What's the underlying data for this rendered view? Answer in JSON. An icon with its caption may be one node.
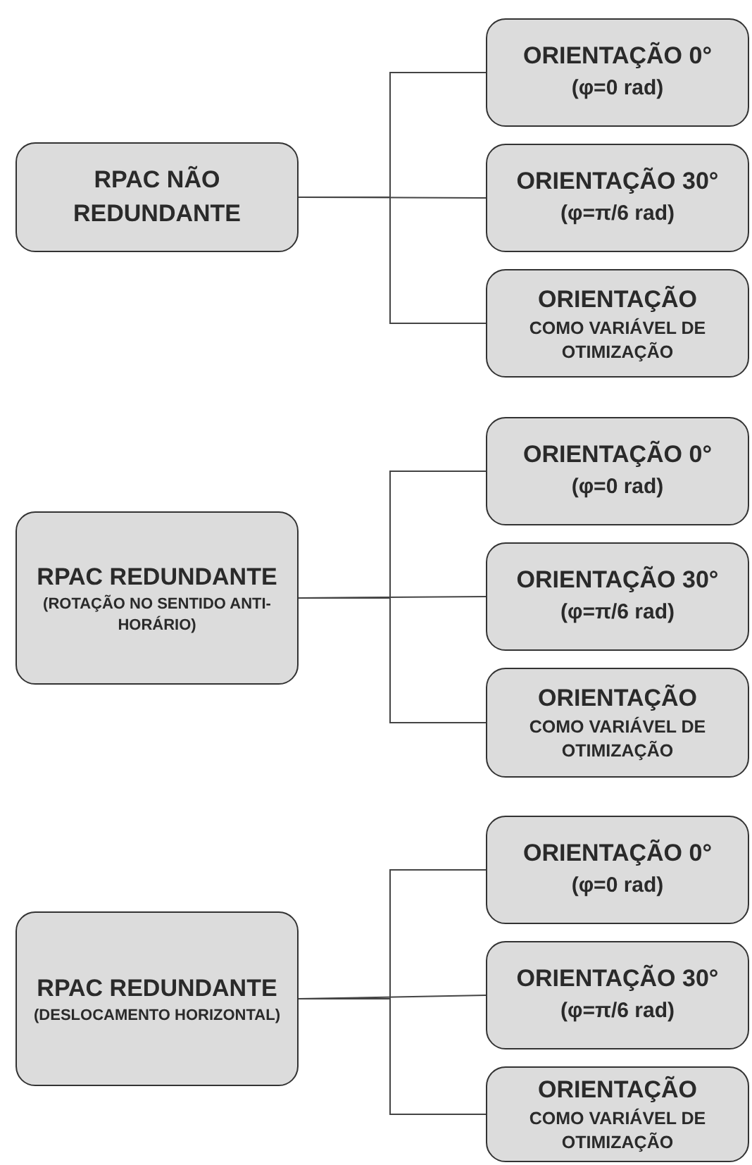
{
  "diagram": {
    "nodes": [
      {
        "text": [
          "RPAC NÃO REDUNDANTE"
        ]
      },
      {
        "text": [
          "ORIENTAÇÃO 0°",
          "(φ=0 rad)"
        ]
      },
      {
        "text": [
          "ORIENTAÇÃO 30°",
          "(φ=π/6 rad)"
        ]
      },
      {
        "text": [
          "ORIENTAÇÃO",
          "COMO VARIÁVEL DE OTIMIZAÇÃO"
        ]
      },
      {
        "text": [
          "RPAC REDUNDANTE",
          "(ROTAÇÃO NO SENTIDO ANTI-HORÁRIO)"
        ]
      },
      {
        "text": [
          "ORIENTAÇÃO 0°",
          "(φ=0 rad)"
        ]
      },
      {
        "text": [
          "ORIENTAÇÃO 30°",
          "(φ=π/6 rad)"
        ]
      },
      {
        "text": [
          "ORIENTAÇÃO",
          "COMO VARIÁVEL DE OTIMIZAÇÃO"
        ]
      },
      {
        "text": [
          "RPAC REDUNDANTE",
          "(DESLOCAMENTO HORIZONTAL)"
        ]
      },
      {
        "text": [
          "ORIENTAÇÃO 0°",
          "(φ=0 rad)"
        ]
      },
      {
        "text": [
          "ORIENTAÇÃO 30°",
          "(φ=π/6 rad)"
        ]
      },
      {
        "text": [
          "ORIENTAÇÃO",
          "COMO VARIÁVEL DE OTIMIZAÇÃO"
        ]
      }
    ],
    "edges": [
      {
        "from": 0,
        "to": 1,
        "arrow": "none"
      },
      {
        "from": 0,
        "to": 2,
        "arrow": "none"
      },
      {
        "from": 0,
        "to": 3,
        "arrow": "none"
      },
      {
        "from": 4,
        "to": 5,
        "arrow": "none"
      },
      {
        "from": 4,
        "to": 6,
        "arrow": "none"
      },
      {
        "from": 4,
        "to": 7,
        "arrow": "none"
      },
      {
        "from": 8,
        "to": 9,
        "arrow": "none"
      },
      {
        "from": 8,
        "to": 10,
        "arrow": "none"
      },
      {
        "from": 8,
        "to": 11,
        "arrow": "none"
      }
    ]
  }
}
